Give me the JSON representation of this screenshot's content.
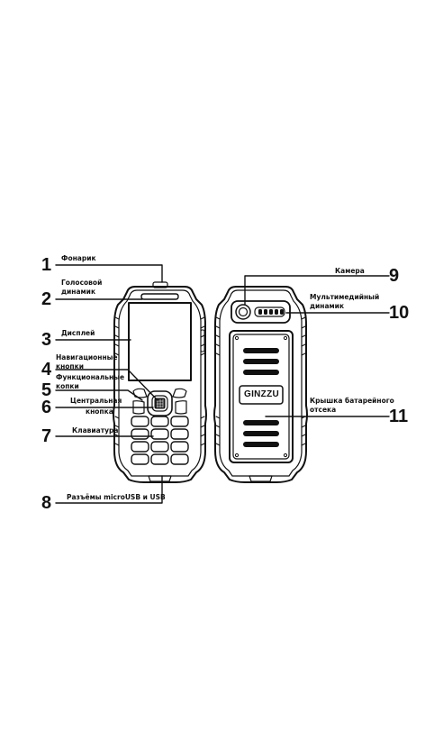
{
  "callouts": [
    {
      "number": "1",
      "label": "Фонарик"
    },
    {
      "number": "2",
      "label_line1": "Голосовой",
      "label_line2": "динамик"
    },
    {
      "number": "3",
      "label": "Дисплей"
    },
    {
      "number": "4",
      "label_line1": "Навигационные",
      "label_line2": "кнопки"
    },
    {
      "number": "5",
      "label_line1": "Функциональные",
      "label_line2": "копки"
    },
    {
      "number": "6",
      "label_line1": "Центральная",
      "label_line2": "кнопка"
    },
    {
      "number": "7",
      "label": "Клавиатура"
    },
    {
      "number": "8",
      "label": "Разъёмы microUSB и USB"
    },
    {
      "number": "9",
      "label": "Камера"
    },
    {
      "number": "10",
      "label_line1": "Мультимедийный",
      "label_line2": "динамик"
    },
    {
      "number": "11",
      "label_line1": "Крышка батарейного",
      "label_line2": "отсека"
    }
  ],
  "brand_logo": "GINZZU"
}
